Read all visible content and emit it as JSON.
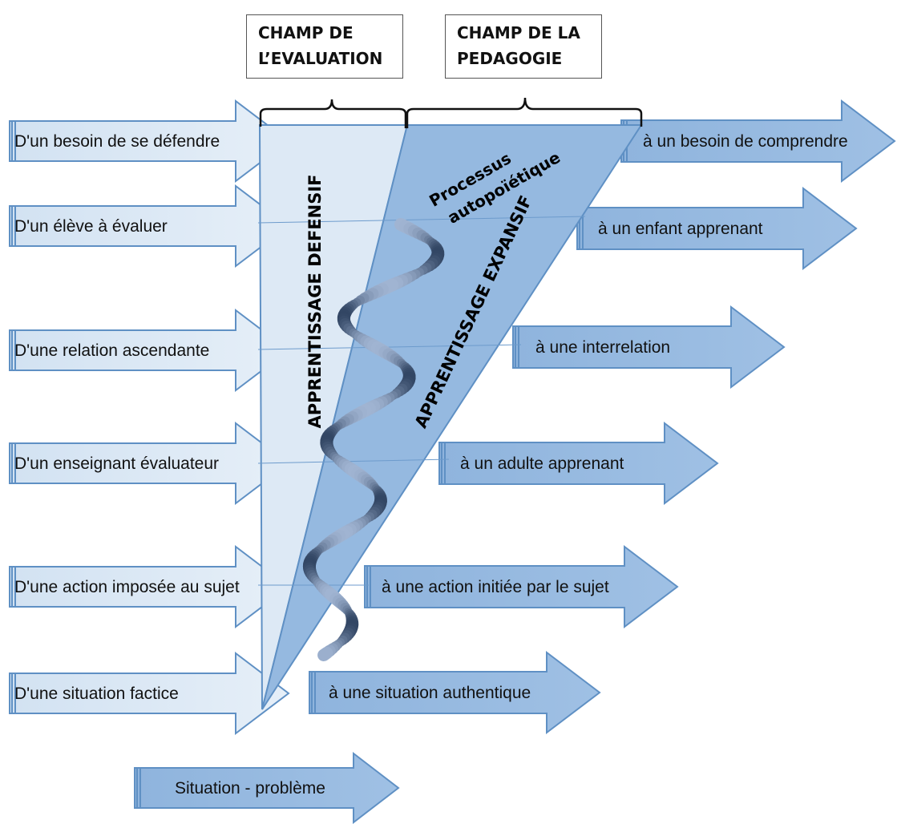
{
  "fields": {
    "evaluation": {
      "line1": "CHAMP DE",
      "line2": "L’EVALUATION"
    },
    "pedagogie": {
      "line1": "CHAMP DE LA",
      "line2": "PEDAGOGIE"
    }
  },
  "left_arrows": [
    "D'un besoin de se défendre",
    "D'un élève à évaluer",
    "D'une relation ascendante",
    "D'un enseignant évaluateur",
    "D'une action imposée au sujet",
    "D'une situation factice"
  ],
  "right_arrows": [
    "à un besoin de comprendre",
    "à un enfant apprenant",
    "à une interrelation",
    "à un adulte apprenant",
    "à une action initiée par le sujet",
    "à une situation authentique"
  ],
  "bottom_arrow": "Situation - problème",
  "labels": {
    "defensif": "APPRENTISSAGE DEFENSIF",
    "expansif": "APPRENTISSAGE EXPANSIF",
    "processus_line1": "Processus",
    "processus_line2": "autopoïétique"
  },
  "colors": {
    "light_blue": "#dde9f5",
    "mid_blue": "#95b9e0",
    "outline": "#5f90c4",
    "spiral": "#4a5e78"
  }
}
